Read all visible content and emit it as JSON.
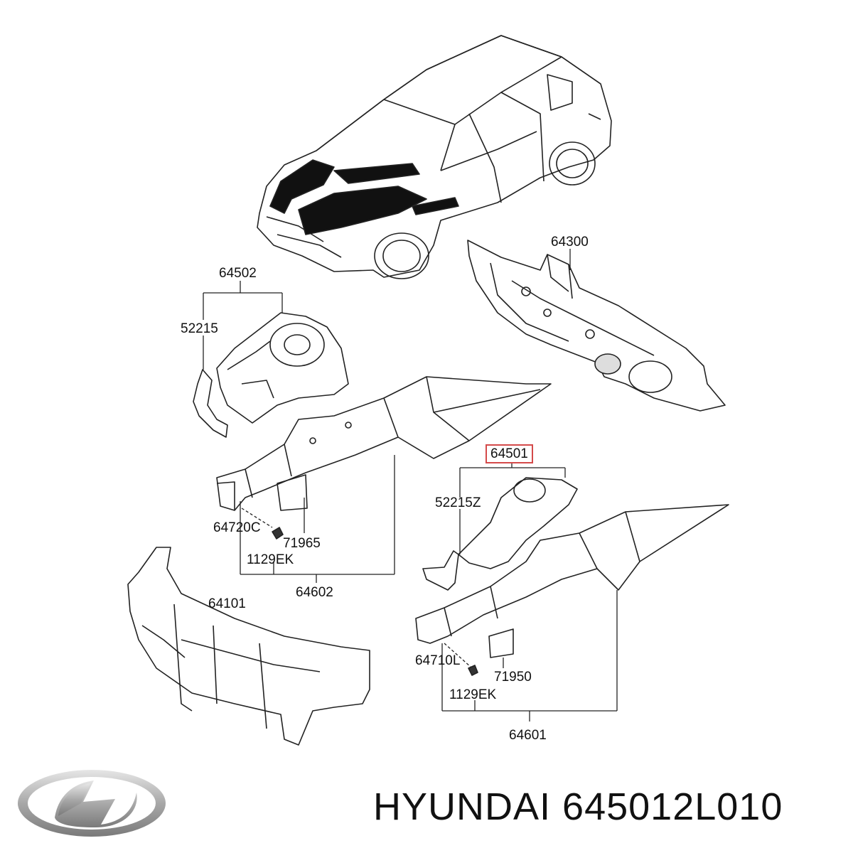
{
  "labels": {
    "p64300": "64300",
    "p64502": "64502",
    "p52215": "52215",
    "p64501": "64501",
    "p52215Z": "52215Z",
    "p64720C": "64720C",
    "p71965": "71965",
    "p1129EK_a": "1129EK",
    "p64602": "64602",
    "p64101": "64101",
    "p64710L": "64710L",
    "p71950": "71950",
    "p1129EK_b": "1129EK",
    "p64601": "64601"
  },
  "highlighted_part": "64501",
  "footer": {
    "brand": "HYUNDAI",
    "part_number": "645012L010",
    "logo_icon": "hyundai-logo-icon"
  },
  "colors": {
    "line": "#222222",
    "highlight_box": "#d44a4a",
    "logo_silver": "#b8b8b8"
  }
}
